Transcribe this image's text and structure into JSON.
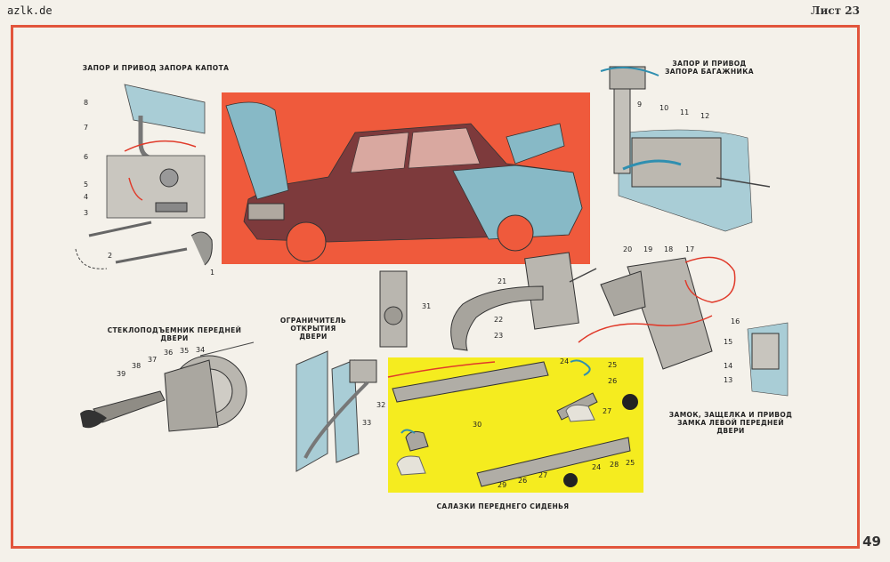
{
  "header": {
    "site": "azlk.de",
    "sheet": "Лист 23"
  },
  "footer": {
    "page_number": "49"
  },
  "captions": {
    "hood_lock": "ЗАПОР И ПРИВОД  ЗАПОРА КАПОТА",
    "trunk_lock": "ЗАПОР И ПРИВОД ЗАПОРА БАГАЖНИКА",
    "window_regulator": "СТЕКЛОПОДЪЕМНИК ПЕРЕДНЕЙ ДВЕРИ",
    "door_limiter": "ОГРАНИЧИТЕЛЬ ОТКРЫТИЯ ДВЕРИ",
    "door_lock": "ЗАМОК, ЗАЩЕЛКА И ПРИВОД ЗАМКА ЛЕВОЙ ПЕРЕДНЕЙ ДВЕРИ",
    "seat_slides": "САЛАЗКИ ПЕРЕДНЕГО СИДЕНЬЯ"
  },
  "callouts": {
    "hood": [
      "8",
      "7",
      "6",
      "5",
      "4",
      "3",
      "2",
      "1"
    ],
    "trunk": [
      "9",
      "10",
      "11",
      "12"
    ],
    "door_lock": [
      "20",
      "19",
      "18",
      "17",
      "16",
      "15",
      "14",
      "13"
    ],
    "handle": [
      "21",
      "22",
      "23"
    ],
    "limiter_top": [
      "31"
    ],
    "limiter": [
      "32",
      "33"
    ],
    "regulator": [
      "39",
      "38",
      "37",
      "36",
      "35",
      "34"
    ],
    "seat": [
      "24",
      "25",
      "26",
      "27",
      "30",
      "28",
      "29"
    ]
  },
  "colors": {
    "frame": "#e2553c",
    "car_panel": "#ef5a3c",
    "seat_panel": "#f5ec1f",
    "car_body": "#87b9c6"
  }
}
